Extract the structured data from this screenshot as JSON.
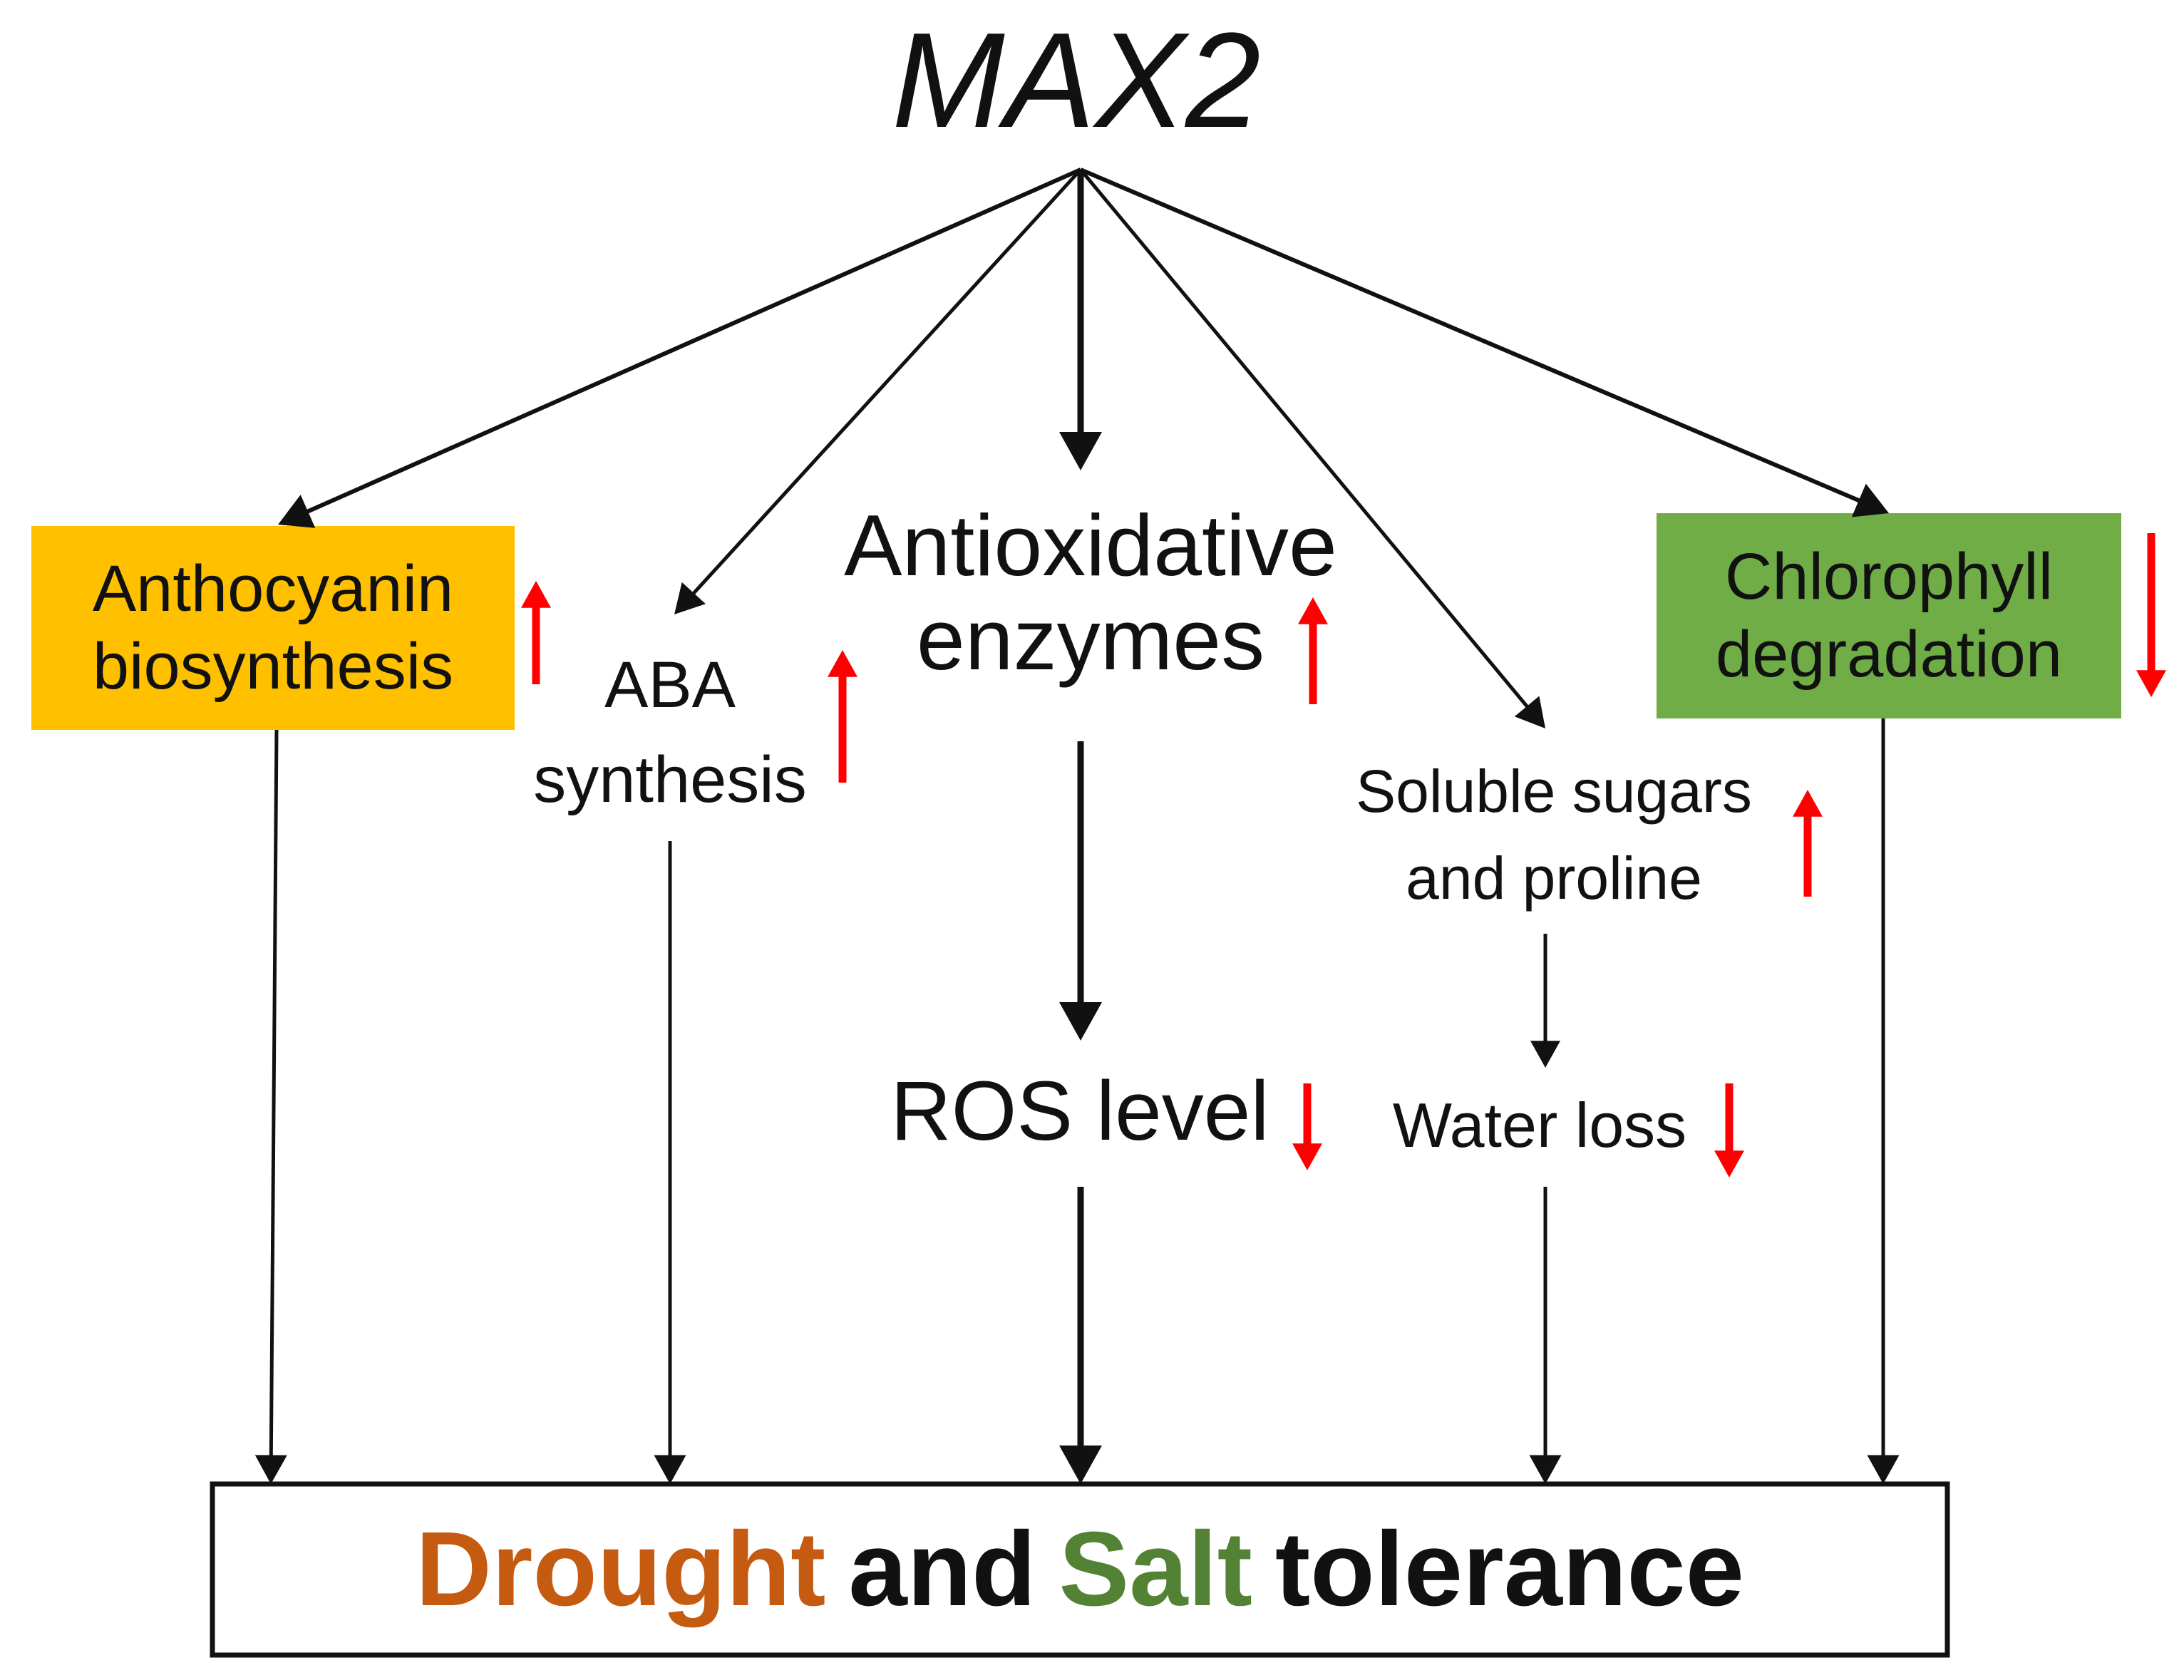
{
  "title": "MAX2",
  "nodes": {
    "anthocyanin": {
      "lines": [
        "Anthocyanin",
        "biosynthesis"
      ],
      "trend": "up",
      "fill": "#FFC000"
    },
    "aba": {
      "lines": [
        "ABA",
        "synthesis"
      ],
      "trend": "up"
    },
    "antioxidative": {
      "lines": [
        "Antioxidative",
        "enzymes"
      ],
      "trend": "up"
    },
    "sugars": {
      "lines": [
        "Soluble sugars",
        "and proline"
      ],
      "trend": "up"
    },
    "chlorophyll": {
      "lines": [
        "Chlorophyll",
        "degradation"
      ],
      "trend": "down",
      "fill": "#70AD47"
    },
    "ros": {
      "label": "ROS level",
      "trend": "down"
    },
    "water": {
      "label": "Water loss",
      "trend": "down"
    }
  },
  "tolerance": {
    "word1": "Drought",
    "word2": "and",
    "word3": "Salt",
    "word4": "tolerance"
  },
  "colors": {
    "line": "#111111",
    "trend_arrow": "#FF0000",
    "drought": "#C55A11",
    "salt": "#548235",
    "text": "#111111"
  }
}
